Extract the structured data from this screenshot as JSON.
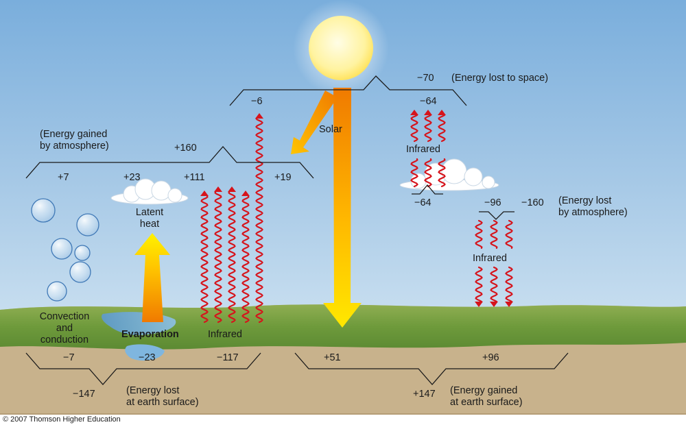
{
  "top": {
    "lost_to_space_value": "−70",
    "lost_to_space_label": "(Energy lost to space)",
    "solar_reflect_value": "−6",
    "ir_space_value": "−64",
    "solar_label": "Solar"
  },
  "atmosphere": {
    "gained_label": "(Energy gained\nby atmosphere)",
    "gained_total": "+160",
    "convection_value": "+7",
    "latent_value": "+23",
    "infrared_value": "+111",
    "solar_absorbed_value": "+19",
    "lost_value_cloud": "−64",
    "lost_value_down": "−96",
    "lost_total": "−160",
    "lost_label": "(Energy lost\nby atmosphere)"
  },
  "labels": {
    "latent_heat": "Latent\nheat",
    "convection": "Convection\nand\nconduction",
    "evaporation": "Evaporation",
    "infrared_surface": "Infrared",
    "infrared_upper": "Infrared",
    "infrared_lower": "Infrared"
  },
  "surface": {
    "lost_convection": "−7",
    "lost_evaporation": "−23",
    "lost_infrared": "−117",
    "lost_total": "−147",
    "lost_label": "(Energy lost\nat earth surface)",
    "gained_solar": "+51",
    "gained_infrared": "+96",
    "gained_total": "+147",
    "gained_label": "(Energy gained\nat earth surface)"
  },
  "credit": "© 2007 Thomson Higher Education",
  "colors": {
    "arrow_red": "#d6141c",
    "solar_yellow": "#ffe600",
    "solar_orange": "#f28a00",
    "sky_top": "#7fb0dd",
    "ground": "#c9b38f"
  }
}
